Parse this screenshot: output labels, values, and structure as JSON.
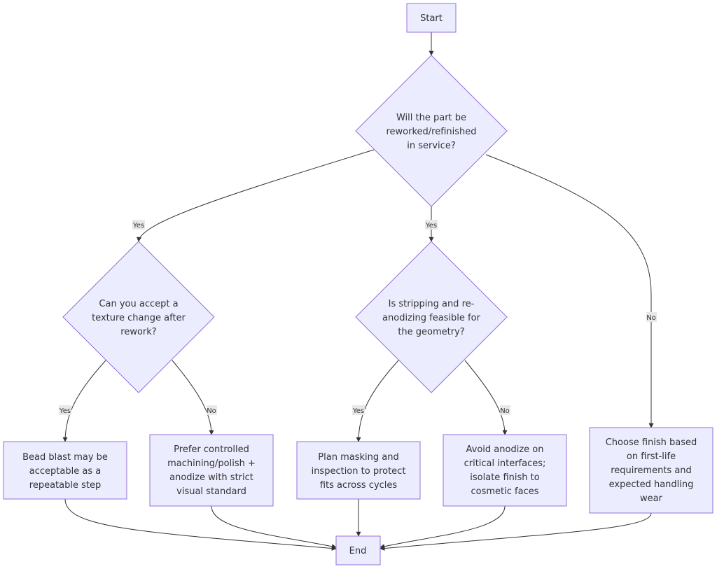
{
  "diagram": {
    "type": "flowchart",
    "nodes": {
      "start": {
        "lines": [
          "Start"
        ]
      },
      "q_rework": {
        "lines": [
          "Will the part be",
          "reworked/refinished",
          "in service?"
        ]
      },
      "q_texture": {
        "lines": [
          "Can you accept a",
          "texture change after",
          "rework?"
        ]
      },
      "q_strip": {
        "lines": [
          "Is stripping and re-",
          "anodizing feasible for",
          "the geometry?"
        ]
      },
      "bead_blast": {
        "lines": [
          "Bead blast may be",
          "acceptable as a",
          "repeatable step"
        ]
      },
      "prefer_machining": {
        "lines": [
          "Prefer controlled",
          "machining/polish +",
          "anodize with strict",
          "visual standard"
        ]
      },
      "plan_masking": {
        "lines": [
          "Plan masking and",
          "inspection to protect",
          "fits across cycles"
        ]
      },
      "avoid_anodize": {
        "lines": [
          "Avoid anodize on",
          "critical interfaces;",
          "isolate finish to",
          "cosmetic faces"
        ]
      },
      "choose_finish": {
        "lines": [
          "Choose finish based",
          "on first-life",
          "requirements and",
          "expected handling",
          "wear"
        ]
      },
      "end": {
        "lines": [
          "End"
        ]
      }
    },
    "edge_labels": {
      "rework_yes_left": "Yes",
      "rework_yes_mid": "Yes",
      "rework_no": "No",
      "texture_yes": "Yes",
      "texture_no": "No",
      "strip_yes": "Yes",
      "strip_no": "No"
    },
    "colors": {
      "node_fill": "#ECECFF",
      "node_stroke": "#9370DB",
      "edge": "#333333",
      "label_bg": "#e8e8e8"
    }
  }
}
